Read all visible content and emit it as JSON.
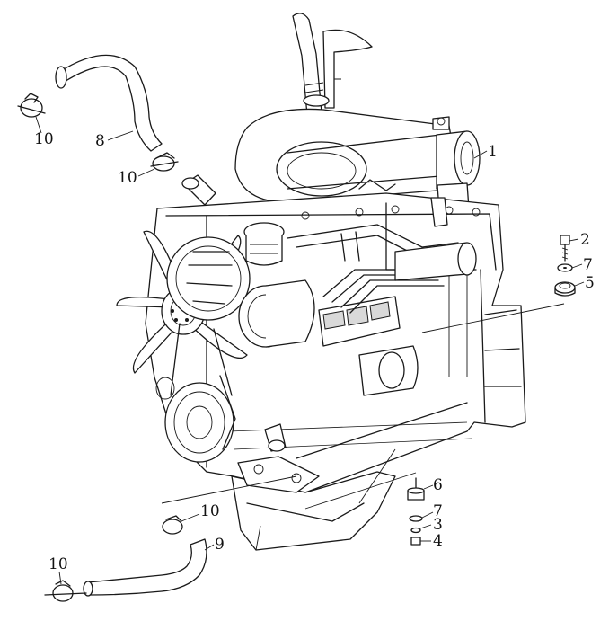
{
  "callouts": [
    {
      "id": "c1",
      "label": "1"
    },
    {
      "id": "c2",
      "label": "2"
    },
    {
      "id": "c3",
      "label": "3"
    },
    {
      "id": "c4",
      "label": "4"
    },
    {
      "id": "c5",
      "label": "5"
    },
    {
      "id": "c6",
      "label": "6"
    },
    {
      "id": "c7a",
      "label": "7"
    },
    {
      "id": "c7b",
      "label": "7"
    },
    {
      "id": "c8",
      "label": "8"
    },
    {
      "id": "c9",
      "label": "9"
    },
    {
      "id": "c10a",
      "label": "10"
    },
    {
      "id": "c10b",
      "label": "10"
    },
    {
      "id": "c10c",
      "label": "10"
    },
    {
      "id": "c10d",
      "label": "10"
    }
  ]
}
